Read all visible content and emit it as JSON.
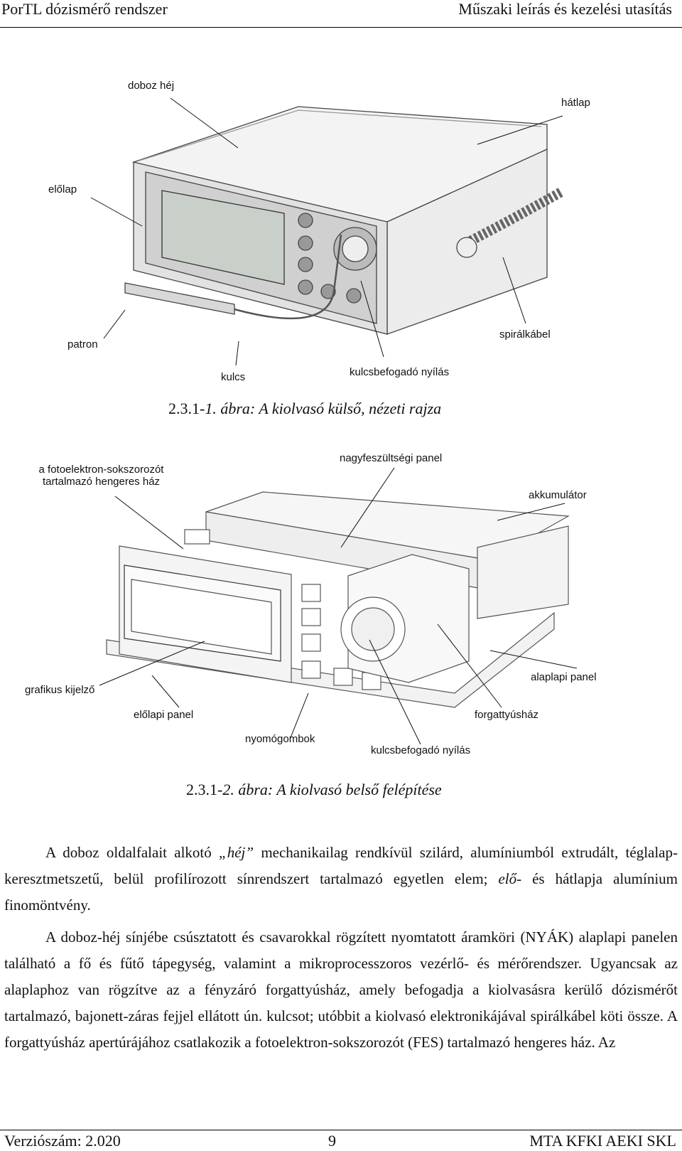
{
  "header": {
    "left": "PorTL dózismérő rendszer",
    "right": "Műszaki leírás és kezelési utasítás"
  },
  "figure1": {
    "labels": {
      "doboz_hej": "doboz héj",
      "hatlap": "hátlap",
      "elolap": "előlap",
      "patron": "patron",
      "spiralkabel": "spirálkábel",
      "kulcs": "kulcs",
      "kulcsbefogado": "kulcsbefogadó nyílás"
    },
    "caption_number": "2.3.1-",
    "caption_italic": "1. ábra: A kiolvasó külső, nézeti rajza"
  },
  "figure2": {
    "labels": {
      "fes_haz_line1": "a fotoelektron-sokszorozót",
      "fes_haz_line2": "tartalmazó hengeres ház",
      "nagyfesz": "nagyfeszültségi panel",
      "akkumulator": "akkumulátor",
      "grafikus": "grafikus kijelző",
      "alaplapi": "alaplapi panel",
      "elolapi": "előlapi panel",
      "forgattyus": "forgattyúsház",
      "nyomogombok": "nyomógombok",
      "kulcsbefogado": "kulcsbefogadó nyílás"
    },
    "caption_number": "2.3.1-",
    "caption_italic": "2. ábra: A kiolvasó belső felépítése"
  },
  "body": {
    "p1_a": "A doboz oldalfalait alkotó ",
    "p1_em": "„héj”",
    "p1_b": " mechanikailag rendkívül szilárd, alumíniumból extrudált, téglalap-keresztmetszetű, belül profilírozott sínrendszert tartalmazó egyetlen elem; ",
    "p1_em2": "elő",
    "p1_c": "- és hátlapja alumínium finomöntvény.",
    "p2": "A doboz-héj sínjébe csúsztatott és csavarokkal rögzített nyomtatott áramköri (NYÁK) alaplapi panelen található a fő és fűtő tápegység, valamint a mikroprocesszoros vezérlő- és mérőrendszer. Ugyancsak az alaplaphoz van rögzítve az a fényzáró forgattyúsház, amely befogadja a kiolvasásra kerülő dózismérőt tartalmazó, bajonett-záras fejjel ellátott ún. kulcsot; utóbbit a kiolvasó elektronikájával spirálkábel köti össze. A forgattyúsház apertúrájához csatlakozik a fotoelektron-sokszorozót (FES) tartalmazó hengeres ház. Az"
  },
  "footer": {
    "left": "Verziószám: 2.020",
    "center": "9",
    "right": "MTA KFKI AEKI SKL"
  }
}
